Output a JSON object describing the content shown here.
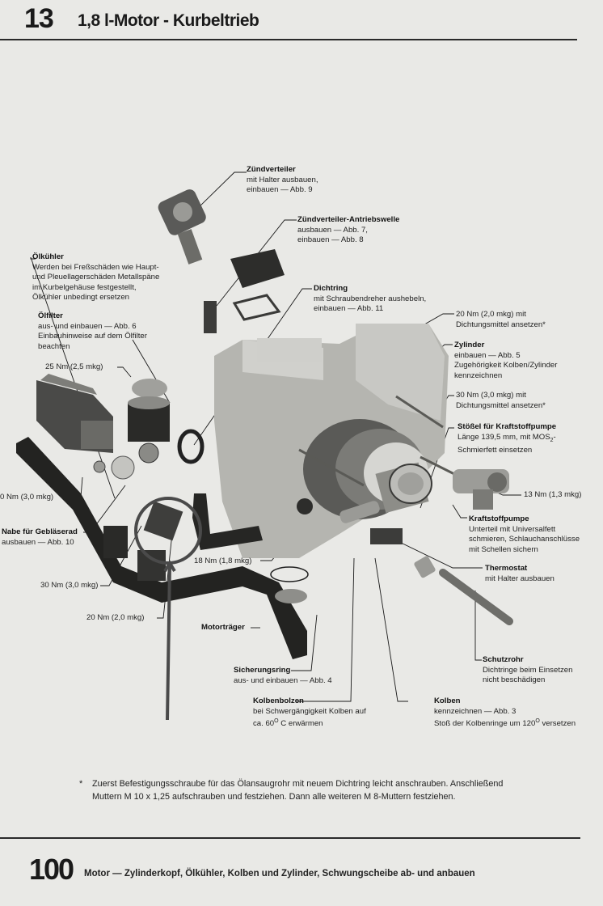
{
  "header": {
    "chapter_number": "13",
    "chapter_title": "1,8 l-Motor - Kurbeltrieb"
  },
  "callouts": {
    "zuendverteiler": {
      "title": "Zündverteiler",
      "lines": [
        "mit Halter ausbauen,",
        "einbauen — Abb. 9"
      ]
    },
    "antriebswelle": {
      "title": "Zündverteiler-Antriebswelle",
      "lines": [
        "ausbauen — Abb. 7,",
        "einbauen — Abb. 8"
      ]
    },
    "oelkuehler": {
      "title": "Ölkühler",
      "lines": [
        "Werden bei Freßschäden wie Haupt-",
        "und Pleuellagerschäden Metallspäne",
        "im Kurbelgehäuse festgestellt,",
        "Ölkühler unbedingt ersetzen"
      ]
    },
    "oelfilter": {
      "title": "Ölfilter",
      "lines": [
        "aus- und einbauen — Abb. 6",
        "Einbauhinweise auf dem Ölfilter",
        "beachten"
      ]
    },
    "dichtring": {
      "title": "Dichtring",
      "lines": [
        "mit Schraubendreher aushebeln,",
        "einbauen — Abb. 11"
      ]
    },
    "torque_20_dicht": {
      "lines": [
        "20 Nm (2,0 mkg) mit",
        "Dichtungsmittel ansetzen*"
      ]
    },
    "zylinder": {
      "title": "Zylinder",
      "lines": [
        "einbauen — Abb. 5",
        "Zugehörigkeit Kolben/Zylinder",
        "kennzeichnen"
      ]
    },
    "torque_25": {
      "text": "25 Nm (2,5 mkg)"
    },
    "torque_30_dicht": {
      "lines": [
        "30 Nm (3,0 mkg) mit",
        "Dichtungsmittel ansetzen*"
      ]
    },
    "stoessel": {
      "title": "Stößel für Kraftstoffpumpe",
      "line1_prefix": "Länge 139,5 mm, mit MOS",
      "line1_sub": "2",
      "line1_suffix": "-",
      "line2": "Schmierfett einsetzen"
    },
    "torque_30_left": {
      "text": "0 Nm (3,0 mkg)"
    },
    "torque_13": {
      "text": "13 Nm (1,3 mkg)"
    },
    "kraftstoffpumpe": {
      "title": "Kraftstoffpumpe",
      "lines": [
        "Unterteil mit Universalfett",
        "schmieren, Schlauchanschlüsse",
        "mit Schellen sichern"
      ]
    },
    "nabe": {
      "title": "Nabe für Gebläserad",
      "lines": [
        "ausbauen — Abb. 10"
      ]
    },
    "torque_18": {
      "text": "18 Nm (1,8 mkg)"
    },
    "thermostat": {
      "title": "Thermostat",
      "lines": [
        "mit Halter ausbauen"
      ]
    },
    "torque_30_mount": {
      "text": "30 Nm (3,0 mkg)"
    },
    "torque_20_mount": {
      "text": "20 Nm (2,0 mkg)"
    },
    "motortraeger": {
      "title": "Motorträger"
    },
    "sicherungsring": {
      "title": "Sicherungsring",
      "lines": [
        "aus- und einbauen — Abb. 4"
      ]
    },
    "schutzrohr": {
      "title": "Schutzrohr",
      "lines": [
        "Dichtringe beim Einsetzen",
        "nicht beschädigen"
      ]
    },
    "kolbenbolzen": {
      "title": "Kolbenbolzen",
      "line1": "bei Schwergängigkeit Kolben auf",
      "line2_prefix": "ca. 60",
      "line2_sup": "O",
      "line2_suffix": " C erwärmen"
    },
    "kolben": {
      "title": "Kolben",
      "line1": "kennzeichnen — Abb. 3",
      "line2_prefix": "Stoß der Kolbenringe um 120",
      "line2_sup": "O",
      "line2_suffix": " versetzen"
    }
  },
  "footnote": {
    "marker": "*",
    "text": "Zuerst Befestigungsschraube für das Ölansaugrohr mit neuem Dichtring leicht anschrauben. Anschließend Muttern M 10 x 1,25 aufschrauben und festziehen. Dann alle weiteren M 8-Muttern festziehen."
  },
  "footer": {
    "page_number": "100",
    "description": "Motor — Zylinderkopf, Ölkühler, Kolben und Zylinder, Schwungscheibe ab- und anbauen"
  },
  "annotation": {
    "color": "#4a4a4a",
    "type": "hand-drawn circle with arrow"
  }
}
